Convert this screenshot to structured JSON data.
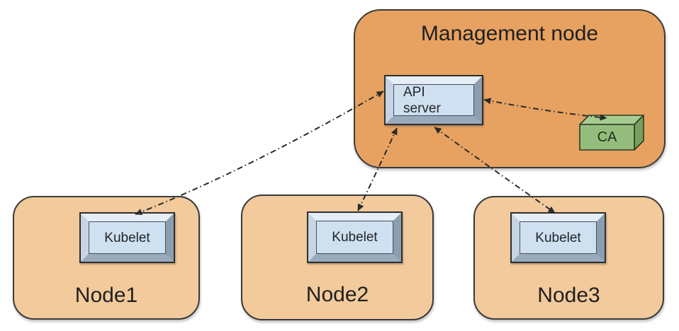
{
  "management": {
    "label": "Management node",
    "components": {
      "api_server": "API server",
      "ca": "CA"
    }
  },
  "nodes": [
    {
      "name": "Node1",
      "component": "Kubelet"
    },
    {
      "name": "Node2",
      "component": "Kubelet"
    },
    {
      "name": "Node3",
      "component": "Kubelet"
    }
  ],
  "connections": [
    {
      "from": "API server",
      "to": "Node1 Kubelet",
      "style": "dash-dot",
      "bidirectional": true
    },
    {
      "from": "API server",
      "to": "Node2 Kubelet",
      "style": "dash-dot",
      "bidirectional": true
    },
    {
      "from": "API server",
      "to": "Node3 Kubelet",
      "style": "dash-dot",
      "bidirectional": true
    },
    {
      "from": "API server",
      "to": "CA",
      "style": "dash-dot",
      "bidirectional": true
    }
  ],
  "colors": {
    "management_fill": "#e7a261",
    "worker_fill": "#f2ca9b",
    "machine_face": "#cfe0f0",
    "ca_front": "#94bd7d",
    "ca_top": "#a6cc8f",
    "ca_side": "#779f5e",
    "arrow": "#2b2b2b",
    "border": "#333333"
  }
}
